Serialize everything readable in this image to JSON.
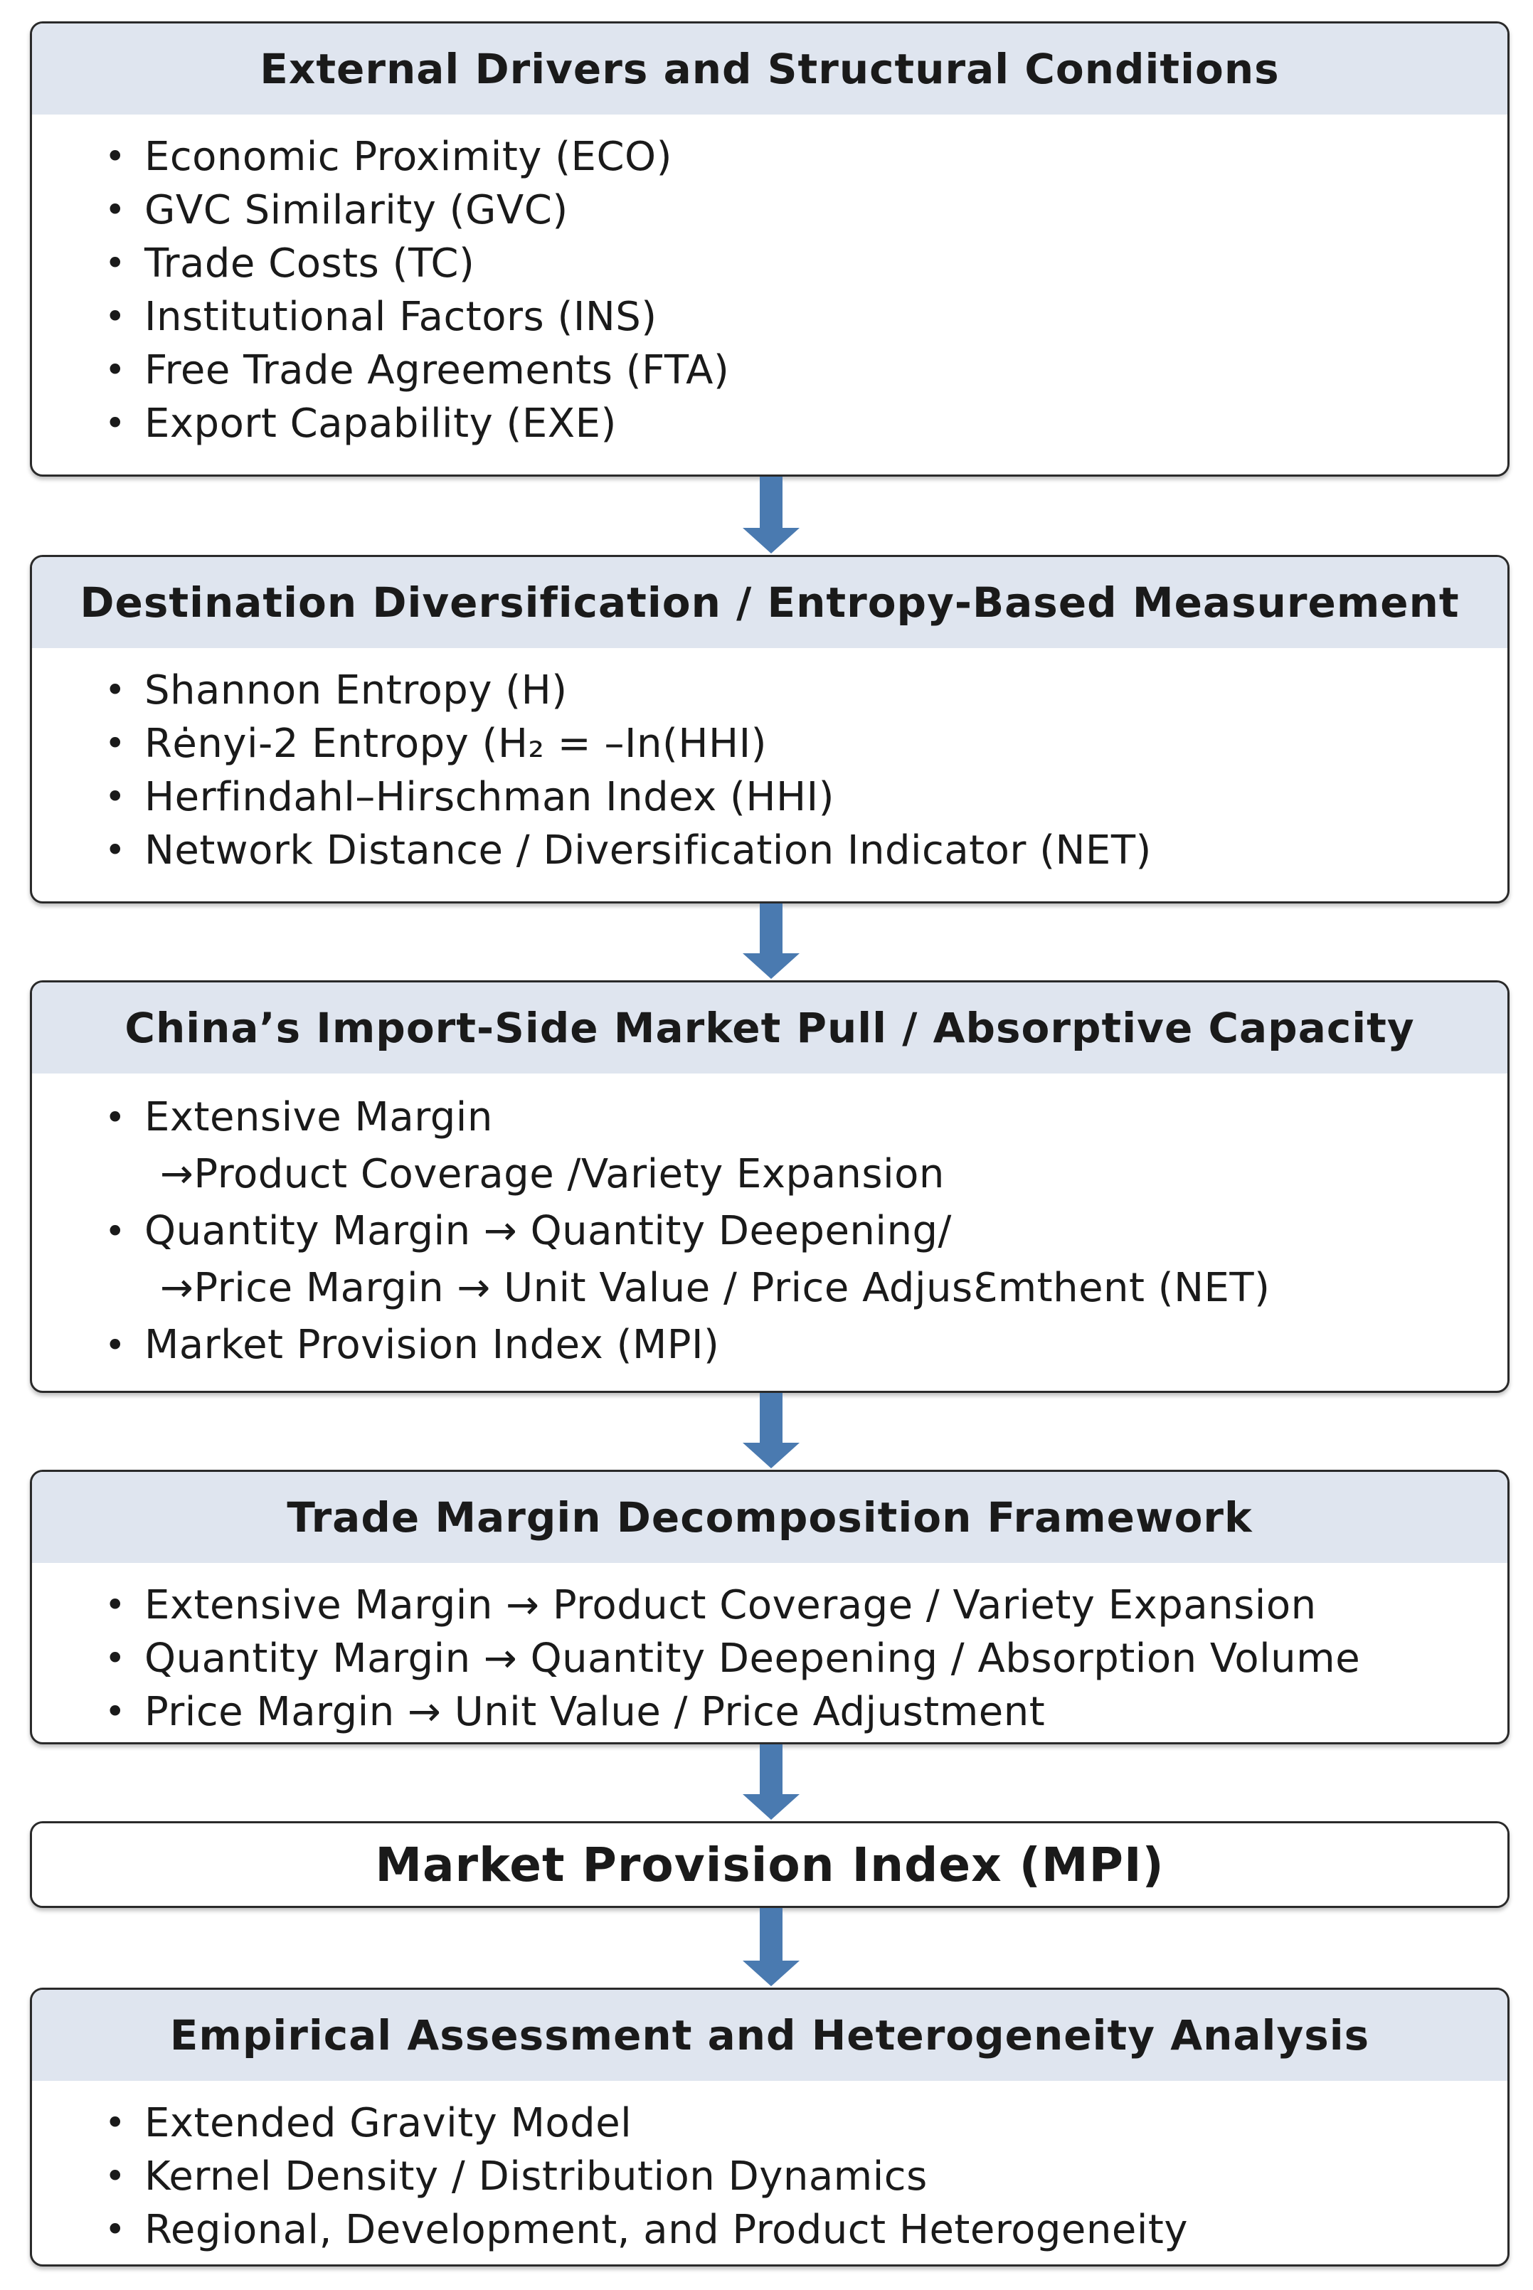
{
  "boxes": [
    {
      "title": "External Drivers and Structural  Conditions",
      "items": [
        "Economic Proximity (ECO)",
        "GVC Similarity (GVC)",
        "Trade Costs (TC)",
        "Institutional Factors (INS)",
        "Free Trade Agreements (FTA)",
        "Export Capability (EXE)"
      ]
    },
    {
      "title": "Destination Diversification / Entropy-Based Measurement",
      "items": [
        "Shannon Entropy (H)",
        "Rėnyi-2 Entropy (H₂ = –In(HHI)",
        "Herfindahl–Hirschman Index (HHI)",
        "Network Distance / Diversification Indicator (NET)"
      ]
    },
    {
      "title": "China’s Import-Side Market Pull / Absorptive Capacity",
      "items": [
        "Extensive Margin",
        "→Product Coverage /Variety Expansion",
        "Quantity Margin → Quantity Deepening/",
        "→Price Margin → Unit Value / Price AdjusƐmthent (NET)",
        "Market Provision Index (MPI)"
      ]
    },
    {
      "title": "Trade Margin Decomposition Framework",
      "items": [
        "Extensive Margin → Product Coverage / Variety Expansion",
        "Quantity Margin → Quantity Deepening / Absorption Volume",
        "Price Margin → Unit Value / Price Adjustment"
      ]
    },
    {
      "title": "Market Provision Index (MPI)"
    },
    {
      "title": "Empirical Assessment and Heterogeneity Analysis",
      "items": [
        "Extended Gravity Model",
        "Kernel Density / Distribution Dynamics",
        "Regional, Development, and Product Heterogeneity"
      ]
    }
  ],
  "colors": {
    "header_fill": "#dfe5ef",
    "arrow": "#4a7ab0",
    "border": "#2a2a2a"
  }
}
